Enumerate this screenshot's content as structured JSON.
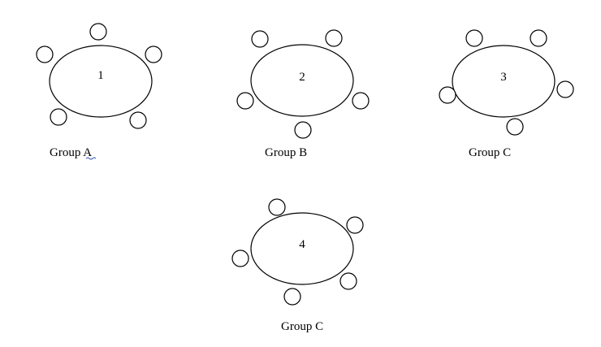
{
  "groups": [
    {
      "table_number": "1",
      "label": "Group A",
      "seats": 5
    },
    {
      "table_number": "2",
      "label": "Group B",
      "seats": 5
    },
    {
      "table_number": "3",
      "label": "Group C",
      "seats": 5
    },
    {
      "table_number": "4",
      "label": "Group C",
      "seats": 5
    }
  ],
  "colors": {
    "stroke": "#000000",
    "background": "#ffffff",
    "spellcheck_underline": "#2d4fb3"
  }
}
